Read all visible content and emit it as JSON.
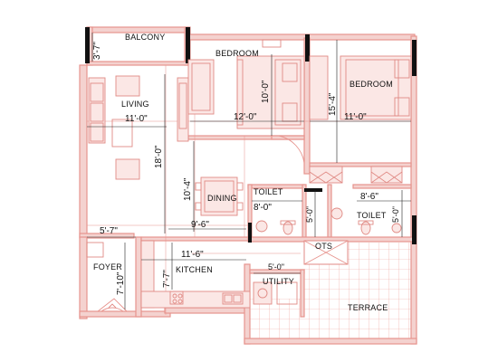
{
  "rooms": {
    "balcony": "BALCONY",
    "living": "LIVING",
    "bedroom1": "BEDROOM",
    "bedroom2": "BEDROOM",
    "dining": "DINING",
    "toilet1": "TOILET",
    "toilet2": "TOILET",
    "ots": "OTS",
    "foyer": "FOYER",
    "kitchen": "KITCHEN",
    "utility": "UTILITY",
    "terrace": "TERRACE"
  },
  "dimensions": {
    "balcony_depth": "3'-7\"",
    "living_width": "11'-0\"",
    "living_length": "18'-0\"",
    "bed1_depth": "10'-0\"",
    "bed1_width": "12'-0\"",
    "bed2_depth": "15'-4\"",
    "bed2_width": "11'-0\"",
    "dining_depth": "10'-4\"",
    "dining_width": "9'-6\"",
    "toilet1_width": "8'-0\"",
    "toilet1_depth": "5'-0\"",
    "toilet2_width": "8'-6\"",
    "toilet2_depth": "5'-0\"",
    "foyer_width": "5'-7\"",
    "foyer_depth": "7'-10\"",
    "kitchen_width": "11'-6\"",
    "kitchen_depth": "7'-7\"",
    "utility_width": "5'-0\""
  },
  "colors": {
    "wall_fill": "#f4d2cf",
    "wall_stroke": "#e7948e",
    "window": "#111111"
  }
}
